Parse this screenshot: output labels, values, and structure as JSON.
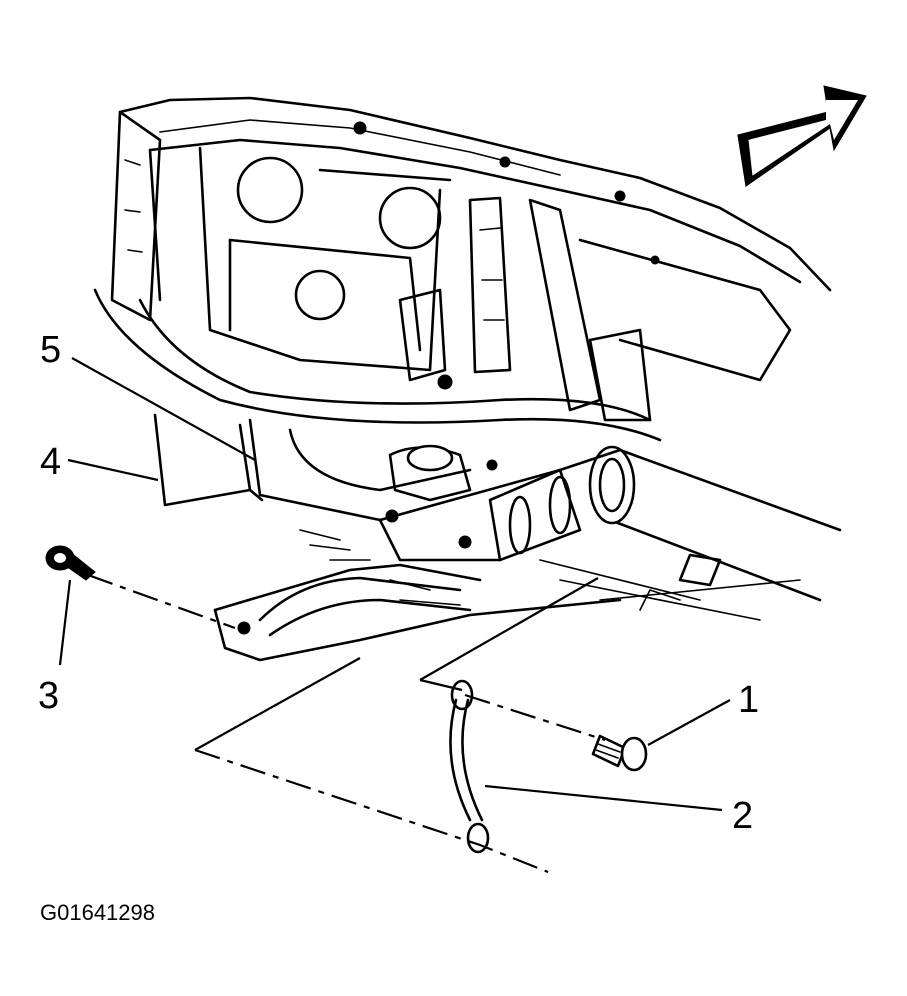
{
  "figure_id": "G01641298",
  "callouts": [
    {
      "number": "1",
      "part": "bolt"
    },
    {
      "number": "2",
      "part": "ground-strap"
    },
    {
      "number": "3",
      "part": "nut"
    },
    {
      "number": "4",
      "part": "bracket"
    },
    {
      "number": "5",
      "part": "frame-rail"
    }
  ],
  "icons": {
    "direction": "front-direction-arrow-icon"
  },
  "colors": {
    "ink": "#000000",
    "background": "#ffffff"
  }
}
